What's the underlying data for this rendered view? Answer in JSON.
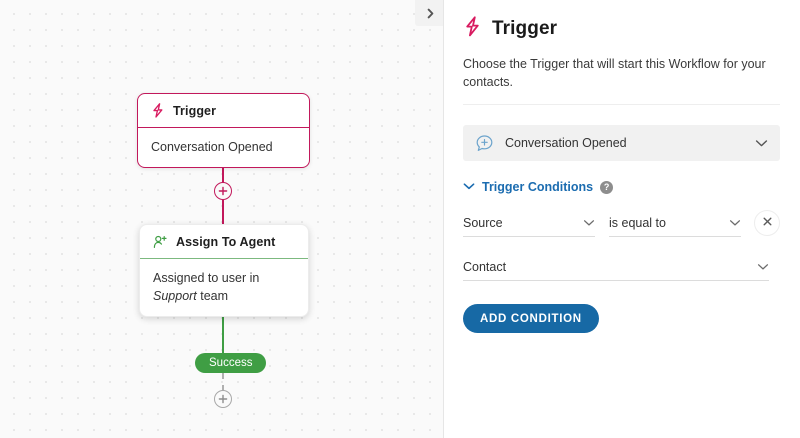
{
  "canvas": {
    "collapse_button_icon": "chevron-right-icon",
    "nodes": [
      {
        "id": "trigger",
        "icon": "lightning-bolt-icon",
        "title": "Trigger",
        "body": "Conversation Opened",
        "accent": "#c2185b"
      },
      {
        "id": "assign-to-agent",
        "icon": "user-plus-icon",
        "title": "Assign To Agent",
        "body_prefix": "Assigned to user in ",
        "body_emphasis": "Support",
        "body_suffix": " team",
        "accent": "#7cb97f"
      }
    ],
    "success_badge": {
      "label": "Success",
      "color": "#3f9e44"
    },
    "add_step_icon": "plus-circle-icon"
  },
  "panel": {
    "icon": "lightning-bolt-icon",
    "title": "Trigger",
    "description": "Choose the Trigger that will start this Workflow for your contacts.",
    "trigger_select": {
      "icon": "chat-plus-icon",
      "value": "Conversation Opened",
      "caret_icon": "chevron-down-icon"
    },
    "conditions": {
      "toggle_icon": "chevron-down-icon",
      "label": "Trigger Conditions",
      "help_icon": "question-mark-icon",
      "help_glyph": "?",
      "rows": [
        {
          "field": {
            "value": "Source",
            "caret_icon": "chevron-down-icon"
          },
          "operator": {
            "value": "is equal to",
            "caret_icon": "chevron-down-icon"
          },
          "remove_icon": "close-icon"
        },
        {
          "field": {
            "value": "Contact",
            "caret_icon": "chevron-down-icon"
          }
        }
      ],
      "add_button_label": "ADD CONDITION"
    }
  },
  "colors": {
    "accent_pink": "#c2185b",
    "accent_green": "#3f9e44",
    "accent_blue": "#1769a5",
    "link_blue": "#1b6cb0",
    "canvas_bg": "#fafafa"
  }
}
